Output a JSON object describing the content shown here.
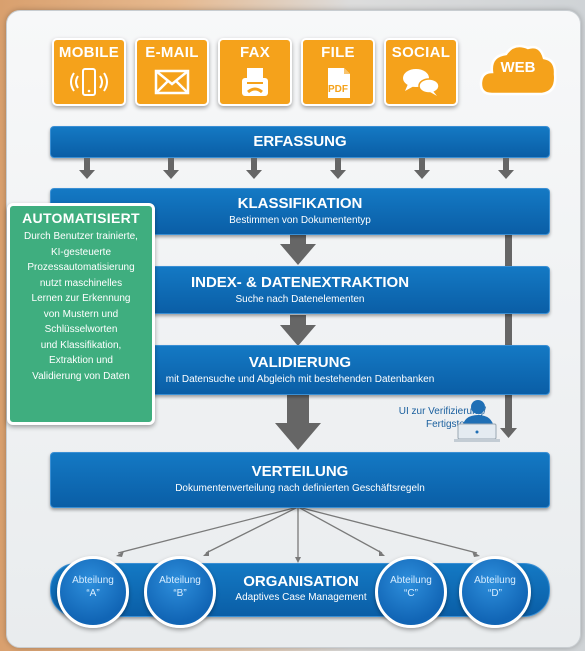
{
  "sources": [
    {
      "label": "MOBILE",
      "icon": "mobile-phone-icon"
    },
    {
      "label": "E-MAIL",
      "icon": "envelope-icon"
    },
    {
      "label": "FAX",
      "icon": "fax-icon"
    },
    {
      "label": "FILE",
      "icon": "pdf-file-icon",
      "sublabel": "PDF"
    },
    {
      "label": "SOCIAL",
      "icon": "chat-bubbles-icon"
    },
    {
      "label": "WEB",
      "icon": "cloud-icon"
    }
  ],
  "stages": {
    "capture": {
      "title": "ERFASSUNG"
    },
    "classification": {
      "title": "KLASSIFIKATION",
      "subtitle": "Bestimmen von Dokumententyp"
    },
    "extraction": {
      "title": "INDEX- & DATENEXTRAKTION",
      "subtitle": "Suche nach Datenelementen"
    },
    "validation": {
      "title": "VALIDIERUNG",
      "subtitle": "mit Datensuche und Abgleich mit bestehenden Datenbanken"
    },
    "distribution": {
      "title": "VERTEILUNG",
      "subtitle": "Dokumentenverteilung nach definierten Geschäftsregeln"
    }
  },
  "automation": {
    "title": "AUTOMATISIERT",
    "lines": [
      "Durch Benutzer trainierte,",
      "KI-gesteuerte",
      "Prozessautomatisierung",
      "nutzt maschinelles",
      "Lernen zur Erkennung",
      "von Mustern und",
      "Schlüsselworten",
      "und Klassifikation,",
      "Extraktion und",
      "Validierung von Daten"
    ]
  },
  "ui_verification": {
    "line1": "UI zur Verifizierung/",
    "line2": "Fertigstellung",
    "icon": "user-at-laptop-icon"
  },
  "organisation": {
    "title": "ORGANISATION",
    "subtitle": "Adaptives Case Management",
    "departments": [
      {
        "name": "Abteilung",
        "letter": "“A”"
      },
      {
        "name": "Abteilung",
        "letter": "“B”"
      },
      {
        "name": "Abteilung",
        "letter": "“C”"
      },
      {
        "name": "Abteilung",
        "letter": "“D”"
      }
    ]
  },
  "colors": {
    "source": "#f5a21b",
    "stage": "#0d68b3",
    "automation": "#3fae7f",
    "arrow": "#666666"
  }
}
